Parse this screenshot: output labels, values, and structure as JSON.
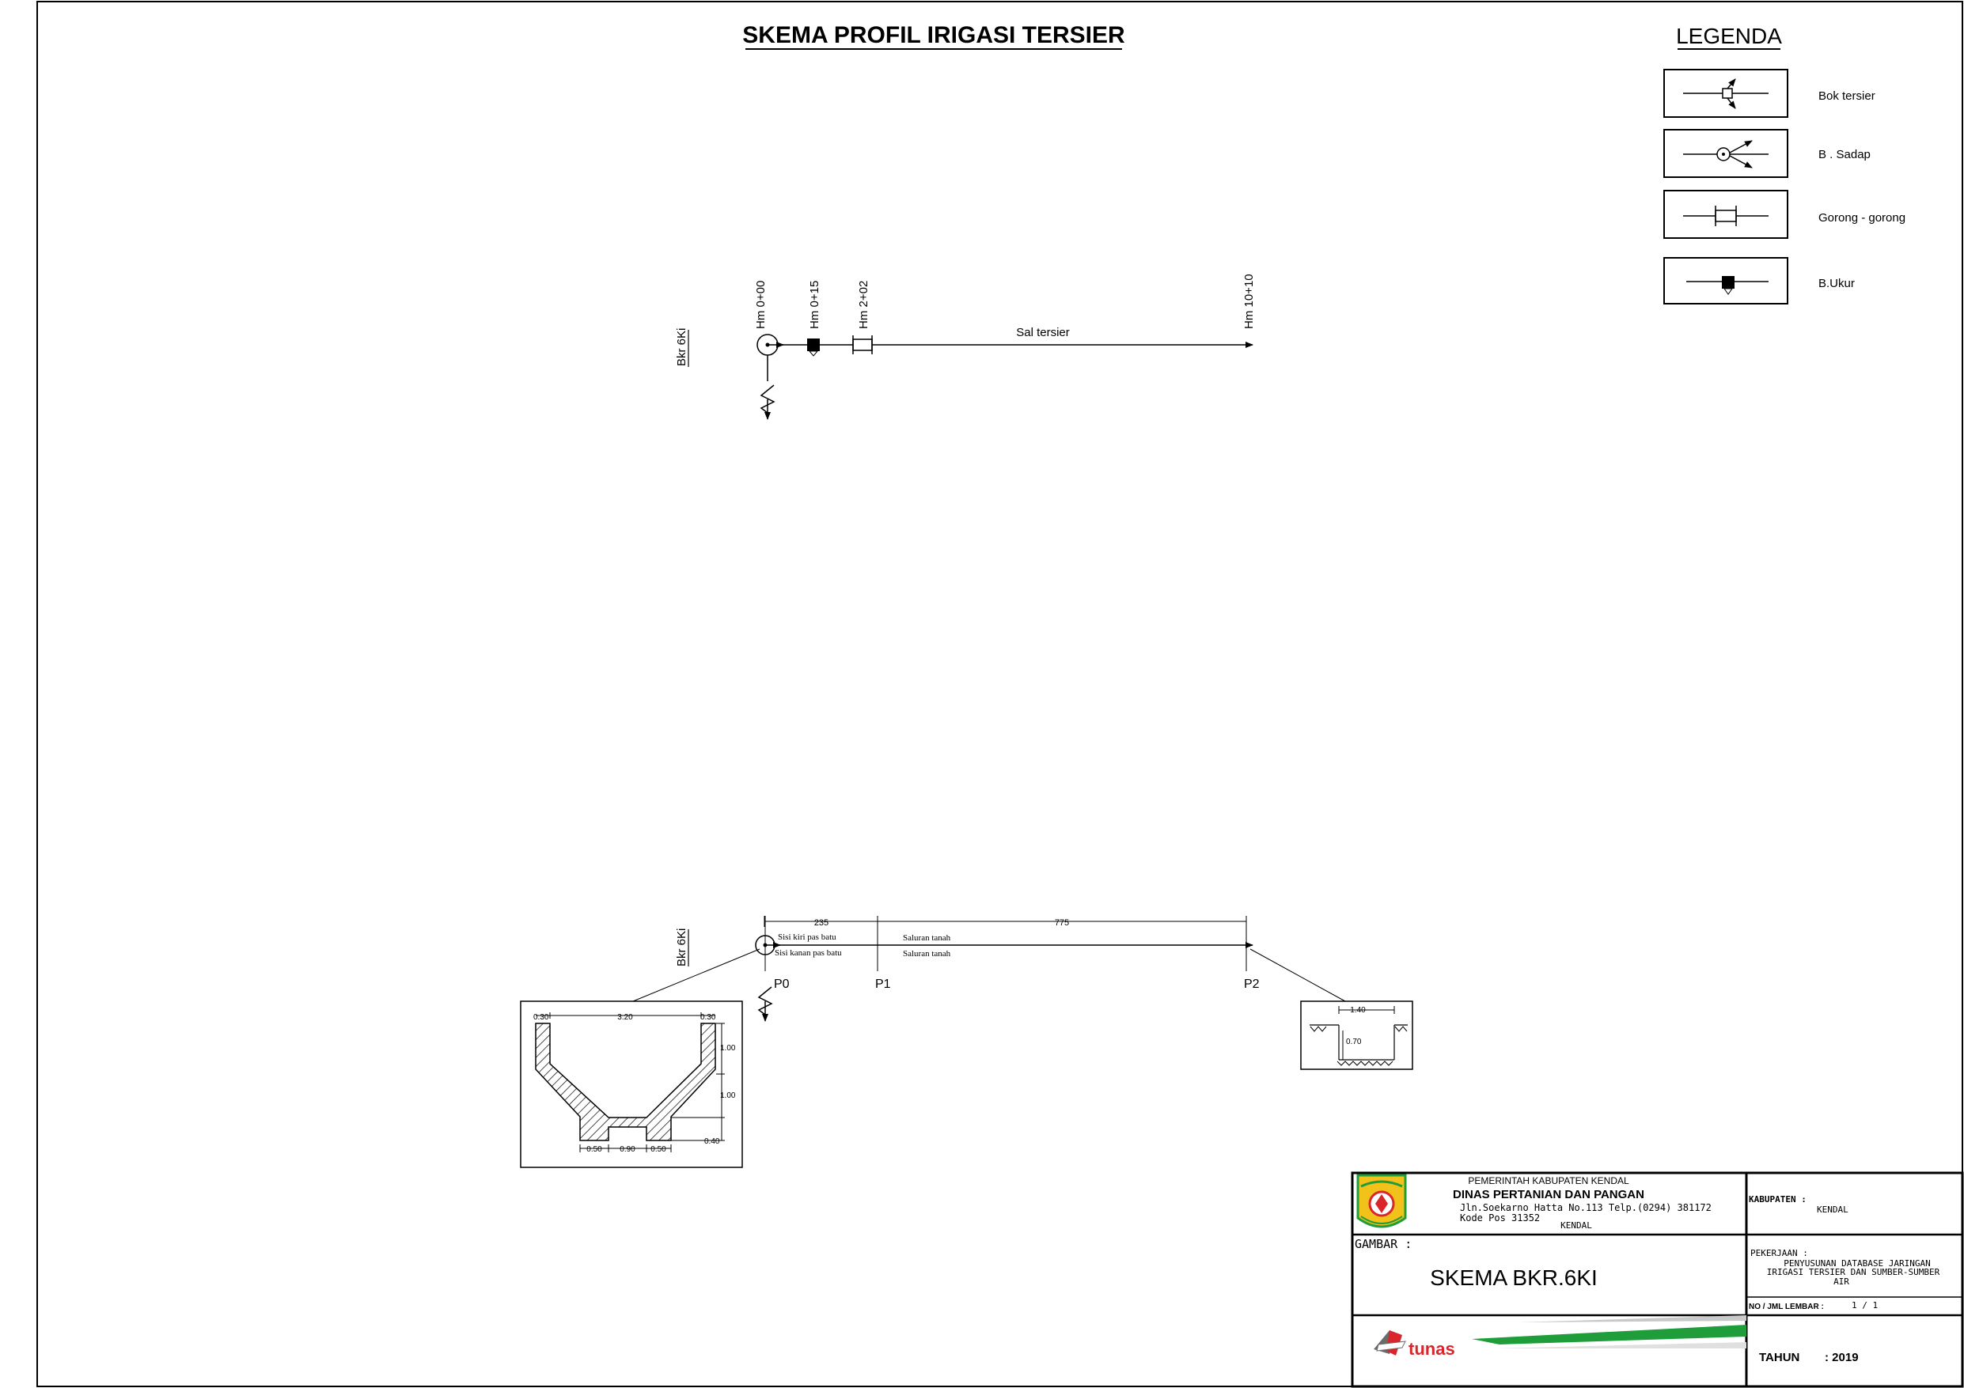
{
  "title": "SKEMA PROFIL IRIGASI TERSIER",
  "legend": {
    "title": "LEGENDA",
    "items": [
      {
        "icon": "bok-tersier-symbol",
        "label": "Bok tersier"
      },
      {
        "icon": "bangunan-sadap-symbol",
        "label": "B . Sadap"
      },
      {
        "icon": "gorong-gorong-symbol",
        "label": "Gorong - gorong"
      },
      {
        "icon": "bangunan-ukur-symbol",
        "label": "B.Ukur"
      }
    ]
  },
  "scheme": {
    "branch_label": "Bkr 6Ki",
    "channel_label": "Sal tersier",
    "stations": [
      "Hm 0+00",
      "Hm 0+15",
      "Hm 2+02",
      "Hm 10+10"
    ]
  },
  "profile": {
    "branch_label": "Bkr 6Ki",
    "dim_1": "235",
    "dim_2": "775",
    "left_bank_1": "Sisi kiri pas batu",
    "right_bank_1": "Sisi kanan pas batu",
    "left_bank_2": "Saluran tanah",
    "right_bank_2": "Saluran tanah",
    "points": [
      "P0",
      "P1",
      "P2"
    ]
  },
  "section_lined": {
    "top_width": "3.20",
    "wall_left": "0.30",
    "wall_right": "0.30",
    "height_upper": "1.00",
    "height_lower": "1.00",
    "base_thickness": "0.40",
    "foot_left": "0.50",
    "bottom_width": "0.90",
    "foot_right": "0.50"
  },
  "section_earth": {
    "top_width": "1.40",
    "depth": "0.70"
  },
  "title_block": {
    "agency_line1": "PEMERINTAH KABUPATEN KENDAL",
    "agency_line2": "DINAS PERTANIAN DAN PANGAN",
    "address": "Jln.Soekarno Hatta No.113 Telp.(0294) 381172",
    "postcode": "Kode Pos 31352",
    "city": "KENDAL",
    "gambar_label": "GAMBAR :",
    "drawing_name": "SKEMA BKR.6KI",
    "kabupaten_label": "KABUPATEN :",
    "kabupaten_value": "KENDAL",
    "pekerjaan_label": "PEKERJAAN :",
    "pekerjaan_line1": "PENYUSUNAN DATABASE JARINGAN",
    "pekerjaan_line2": "IRIGASI TERSIER DAN SUMBER-SUMBER",
    "pekerjaan_line3": "AIR",
    "sheet_label": "NO / JML LEMBAR :",
    "sheet_value": "1 / 1",
    "tahun_label": "TAHUN",
    "tahun_value": ": 2019",
    "consultant_logo_text": "tunas"
  },
  "colors": {
    "ink": "#000000",
    "logo_green": "#1e9d3a",
    "logo_red": "#d8262c",
    "emblem_yellow": "#f2c21b"
  }
}
